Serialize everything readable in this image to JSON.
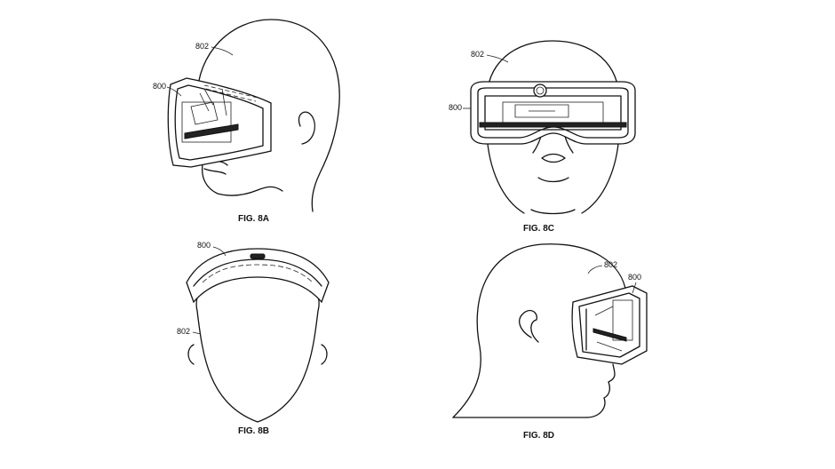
{
  "figures": [
    {
      "caption": "FIG. 8A",
      "refs": {
        "head": "802",
        "device": "800"
      }
    },
    {
      "caption": "FIG. 8B",
      "refs": {
        "head": "802",
        "device": "800"
      }
    },
    {
      "caption": "FIG. 8C",
      "refs": {
        "head": "802",
        "device": "800"
      }
    },
    {
      "caption": "FIG. 8D",
      "refs": {
        "head": "802",
        "device": "800"
      }
    }
  ]
}
